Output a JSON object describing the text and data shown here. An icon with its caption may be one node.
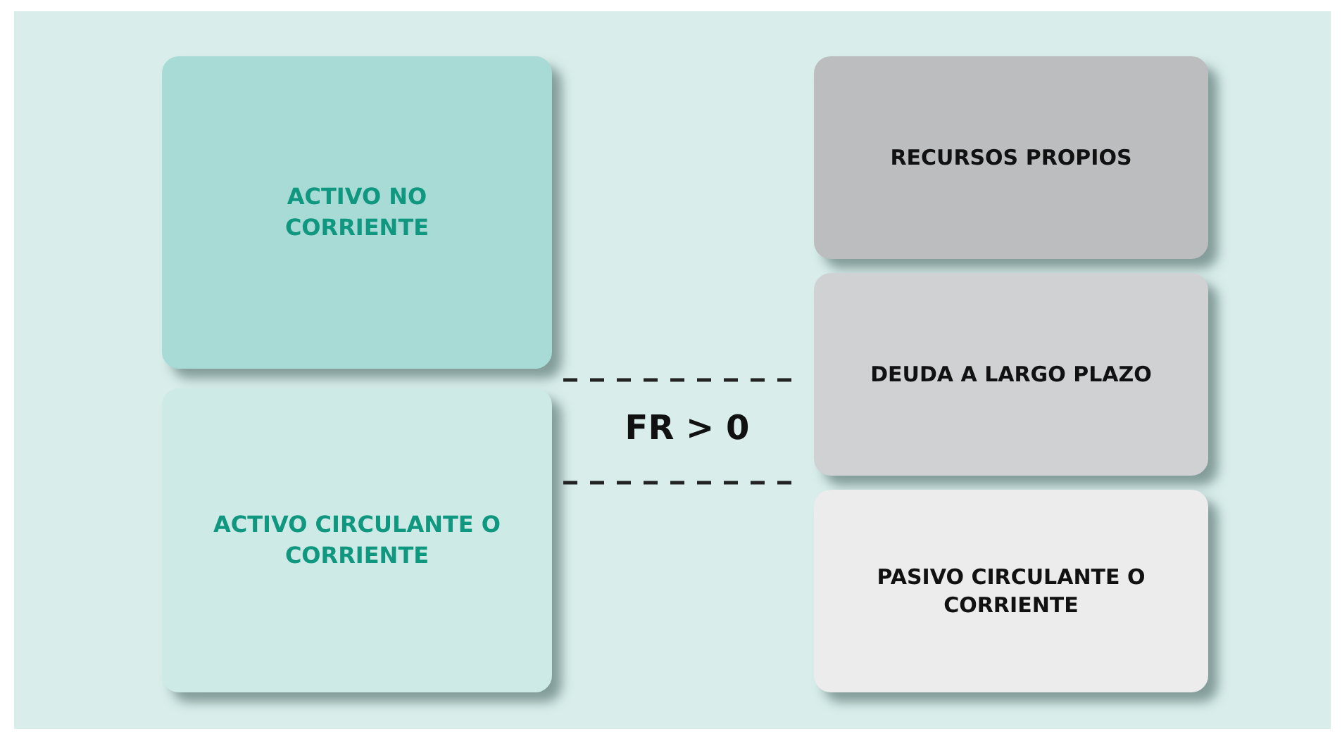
{
  "diagram": {
    "nodes": [
      {
        "text": [
          "ACTIVO NO CORRIENTE"
        ]
      },
      {
        "text": [
          "ACTIVO CIRCULANTE O CORRIENTE"
        ]
      },
      {
        "text": [
          "RECURSOS PROPIOS"
        ]
      },
      {
        "text": [
          "DEUDA A LARGO PLAZO"
        ]
      },
      {
        "text": [
          "PASIVO CIRCULANTE O CORRIENTE"
        ]
      }
    ],
    "labels": [
      "FR > 0"
    ]
  }
}
